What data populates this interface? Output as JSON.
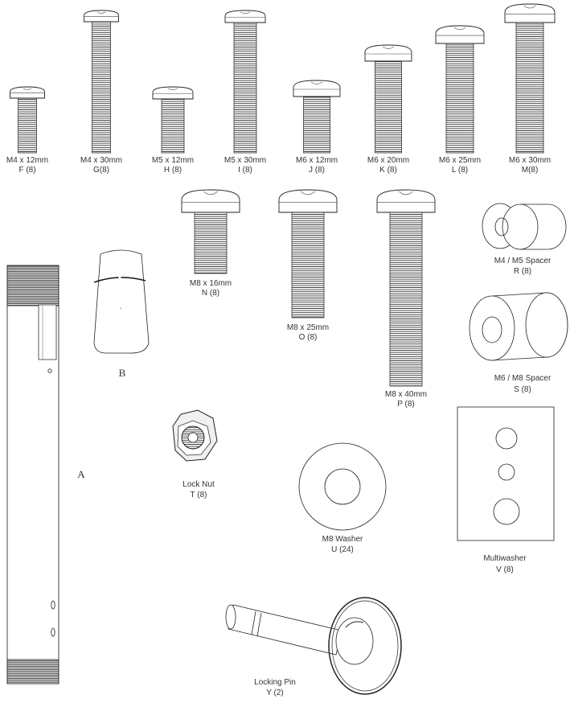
{
  "screws": [
    {
      "id": "F",
      "size": "M4 x 12mm",
      "qty": "F (8)"
    },
    {
      "id": "G",
      "size": "M4 x 30mm",
      "qty": "G(8)"
    },
    {
      "id": "H",
      "size": "M5 x 12mm",
      "qty": "H (8)"
    },
    {
      "id": "I",
      "size": "M5 x 30mm",
      "qty": "I (8)"
    },
    {
      "id": "J",
      "size": "M6 x 12mm",
      "qty": "J (8)"
    },
    {
      "id": "K",
      "size": "M6 x 20mm",
      "qty": "K (8)"
    },
    {
      "id": "L",
      "size": "M6 x 25mm",
      "qty": "L (8)"
    },
    {
      "id": "M",
      "size": "M6 x 30mm",
      "qty": "M(8)"
    },
    {
      "id": "N",
      "size": "M8 x 16mm",
      "qty": "N (8)"
    },
    {
      "id": "O",
      "size": "M8 x 25mm",
      "qty": "O (8)"
    },
    {
      "id": "P",
      "size": "M8 x 40mm",
      "qty": "P (8)"
    }
  ],
  "spacers": [
    {
      "id": "R",
      "name": "M4 / M5 Spacer",
      "qty": "R (8)"
    },
    {
      "id": "S",
      "name": "M6 / M8 Spacer",
      "qty": "S (8)"
    }
  ],
  "tube_label": "A",
  "cap_label": "B",
  "lock_nut": {
    "name": "Lock Nut",
    "qty": "T (8)"
  },
  "washer": {
    "name": "M8 Washer",
    "qty": "U (24)"
  },
  "multiwasher": {
    "name": "Multiwasher",
    "qty": "V (8)"
  },
  "locking_pin": {
    "name": "Locking Pin",
    "qty": "Y (2)"
  }
}
